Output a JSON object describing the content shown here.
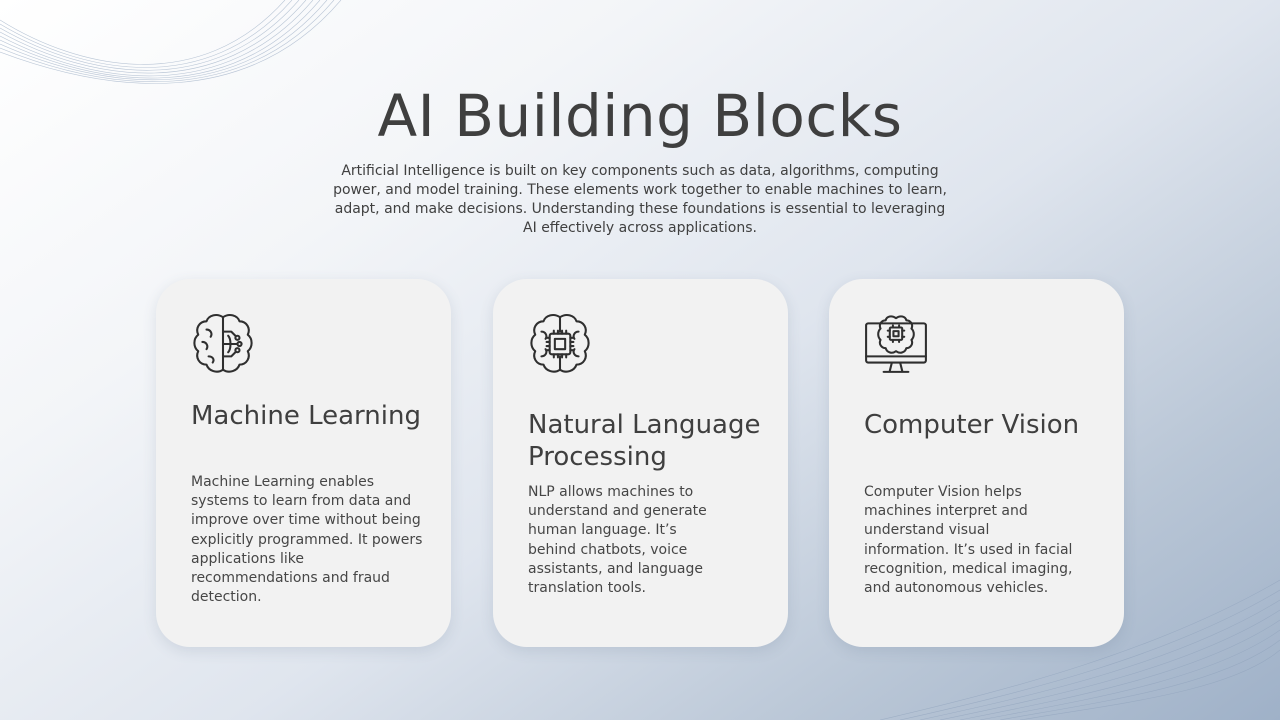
{
  "slide": {
    "title": "AI Building Blocks",
    "subtitle": "Artificial Intelligence is built on key components such as data, algorithms, computing power, and model training. These elements work together to enable machines to learn, adapt, and make decisions. Understanding these foundations is essential to leveraging AI effectively across applications."
  },
  "cards": [
    {
      "icon": "brain-circuit-icon",
      "title": "Machine Learning",
      "description": "Machine Learning enables systems to learn from data and improve over time without being explicitly programmed. It powers applications like recommendations and fraud detection."
    },
    {
      "icon": "brain-chip-icon",
      "title": "Natural Language Processing",
      "description": "NLP allows machines to understand and generate human language. It’s behind chatbots, voice assistants, and language translation tools."
    },
    {
      "icon": "monitor-brain-icon",
      "title": "Computer Vision",
      "description": "Computer Vision helps machines interpret and understand visual information. It’s used in facial recognition, medical imaging, and autonomous vehicles."
    }
  ],
  "colors": {
    "card_background": "#f2f2f2",
    "title_text": "#3f3f3f",
    "body_text": "#464646",
    "icon_stroke": "#2f2f2f"
  }
}
